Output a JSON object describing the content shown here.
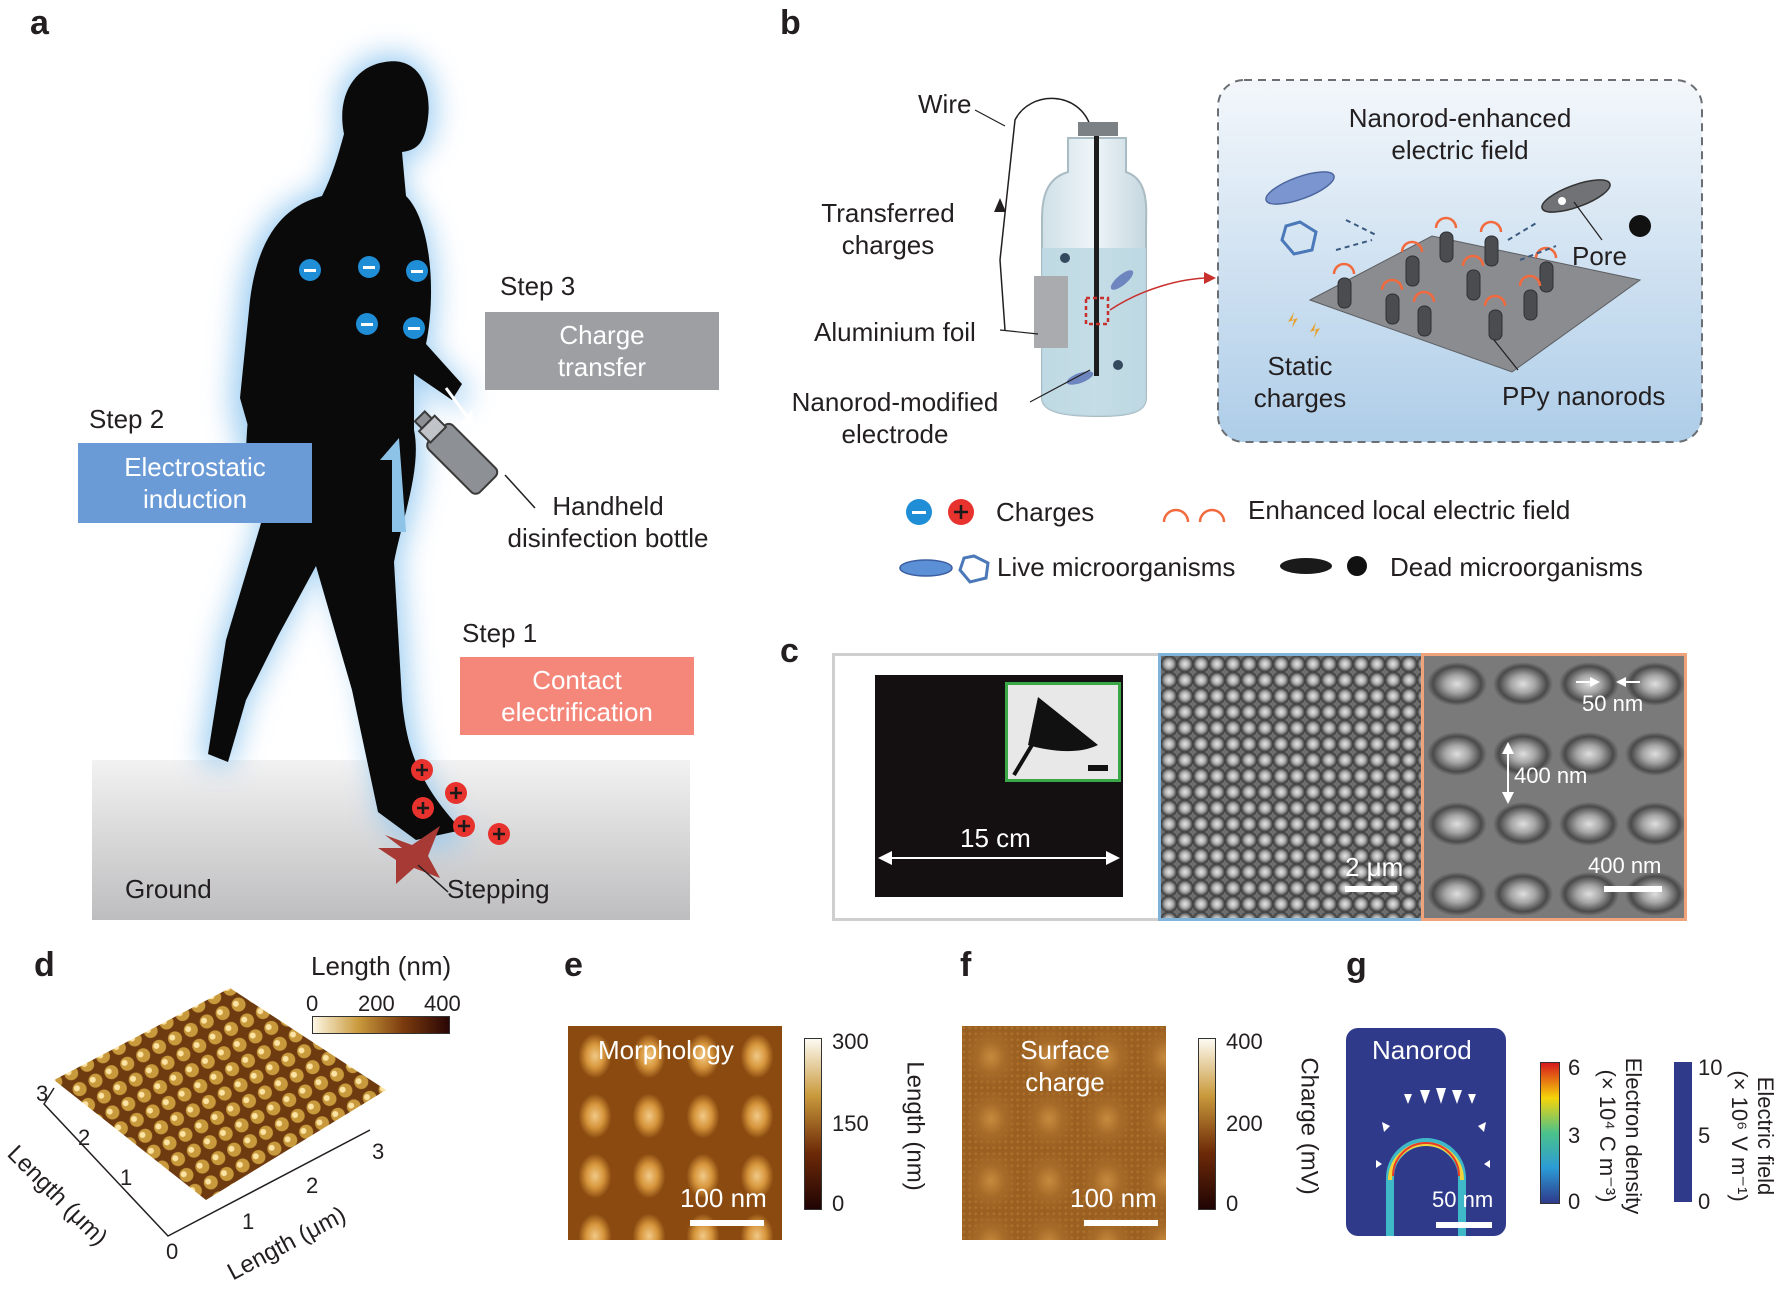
{
  "panels": {
    "a": {
      "label": "a",
      "step2": "Step 2",
      "step2_box": [
        "Electrostatic",
        "induction"
      ],
      "step3": "Step 3",
      "step3_box": [
        "Charge",
        "transfer"
      ],
      "step1": "Step 1",
      "step1_box": [
        "Contact",
        "electrification"
      ],
      "bottle": [
        "Handheld",
        "disinfection bottle"
      ],
      "ground": "Ground",
      "stepping": "Stepping"
    },
    "b": {
      "label": "b",
      "wire": "Wire",
      "transferred": [
        "Transferred",
        "charges"
      ],
      "foil": "Aluminium foil",
      "electrode": [
        "Nanorod-modified",
        "electrode"
      ],
      "field_title": [
        "Nanorod-enhanced",
        "electric field"
      ],
      "pore": "Pore",
      "static": [
        "Static",
        "charges"
      ],
      "ppy": "PPy nanorods",
      "legend_charges": "Charges",
      "legend_field": "Enhanced local electric field",
      "legend_live": "Live microorganisms",
      "legend_dead": "Dead microorganisms"
    },
    "c": {
      "label": "c",
      "size": "15 cm",
      "scale_mid": "2 μm",
      "gap": "50 nm",
      "height": "400 nm",
      "scale_right": "400 nm"
    },
    "d": {
      "label": "d",
      "colorbar_title": "Length (nm)",
      "ticks": [
        "0",
        "200",
        "400"
      ],
      "x_axis": "Length (μm)",
      "y_axis": "Length (μm)",
      "x_ticks": [
        "1",
        "2",
        "3"
      ],
      "y_ticks": [
        "1",
        "2",
        "3"
      ],
      "origin": "0"
    },
    "e": {
      "label": "e",
      "title": "Morphology",
      "scale": "100 nm",
      "cb_ticks": [
        "300",
        "150",
        "0"
      ],
      "cb_label": "Length (nm)"
    },
    "f": {
      "label": "f",
      "title": [
        "Surface",
        "charge"
      ],
      "scale": "100 nm",
      "cb_ticks": [
        "400",
        "200",
        "0"
      ],
      "cb_label": "Charge (mV)"
    },
    "g": {
      "label": "g",
      "title": "Nanorod",
      "scale": "50 nm",
      "density_ticks": [
        "6",
        "3",
        "0"
      ],
      "density_label": [
        "Electron density",
        "(× 10⁴ C m⁻³)"
      ],
      "field_ticks": [
        "10",
        "5",
        "0"
      ],
      "field_label": [
        "Electric field",
        "(× 10⁶ V m⁻¹)"
      ]
    }
  },
  "colors": {
    "step2_box": "#6b9bd6",
    "step3_box": "#9d9fa2",
    "step1_box": "#f4877a",
    "negative": "#1f8ed6",
    "positive": "#e8322e",
    "field_arc": "#f26a3d",
    "frame_mid": "#7fb3d9",
    "frame_right": "#f0a27a",
    "inset_green": "#3aa846"
  }
}
